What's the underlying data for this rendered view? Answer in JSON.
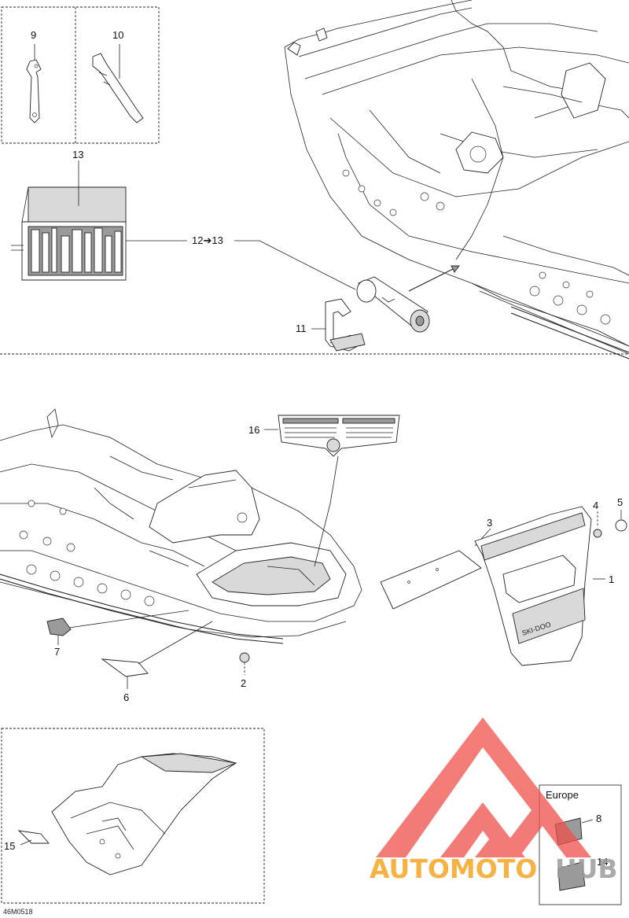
{
  "diagram": {
    "callouts": {
      "c1": "1",
      "c2": "2",
      "c3": "3",
      "c4": "4",
      "c5": "5",
      "c6": "6",
      "c7": "7",
      "c8": "8",
      "c9": "9",
      "c10": "10",
      "c11": "11",
      "c12_13": "12➔13",
      "c13": "13",
      "c14": "14",
      "c15": "15",
      "c16": "16"
    },
    "region_label_europe": "Europe",
    "figure_code": "46M0518",
    "decal_logo_text": "SKI-DOO"
  },
  "watermark": {
    "text_part1": "AUTOMOTO",
    "text_part2": "HUB",
    "color_red": "#f0504a",
    "color_orange": "#f5a623",
    "color_grey": "#9b9b9b"
  }
}
